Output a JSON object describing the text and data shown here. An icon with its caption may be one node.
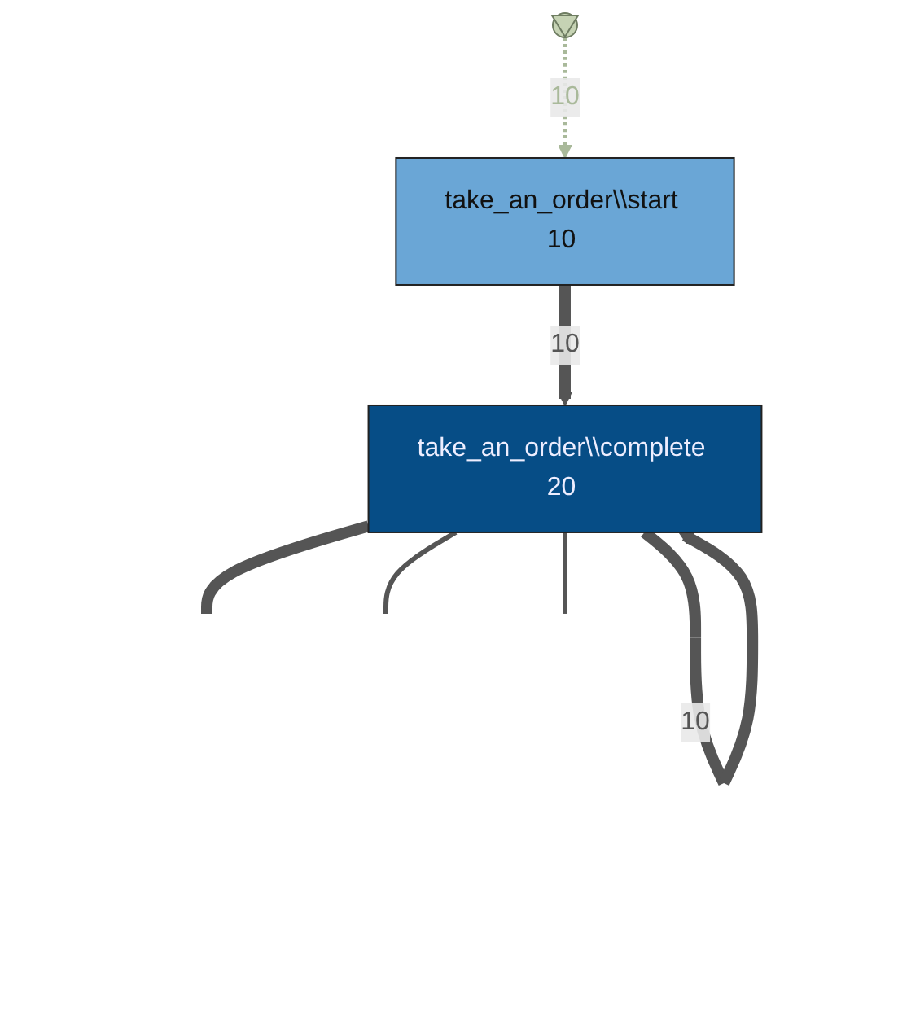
{
  "diagram": {
    "nodes": [
      {
        "text": [],
        "shape": "circle"
      },
      {
        "text": [
          "take_an_order\\\\start",
          "10"
        ]
      },
      {
        "text": [
          "take_an_order\\\\complete",
          "20"
        ]
      }
    ],
    "edges": [
      {
        "from": 0,
        "to": 1,
        "arrow": "to",
        "label": "10",
        "style": "dashed",
        "color": "#a9b99a"
      },
      {
        "from": 1,
        "to": 2,
        "arrow": "to",
        "label": "10",
        "style": "thick"
      },
      {
        "from": 2,
        "to": 2,
        "arrow": "to",
        "label": "10",
        "style": "thick"
      },
      {
        "from": 2,
        "to": null,
        "arrow": "none",
        "style": "thick"
      },
      {
        "from": 2,
        "to": null,
        "arrow": "none"
      },
      {
        "from": 2,
        "to": null,
        "arrow": "none"
      }
    ]
  }
}
